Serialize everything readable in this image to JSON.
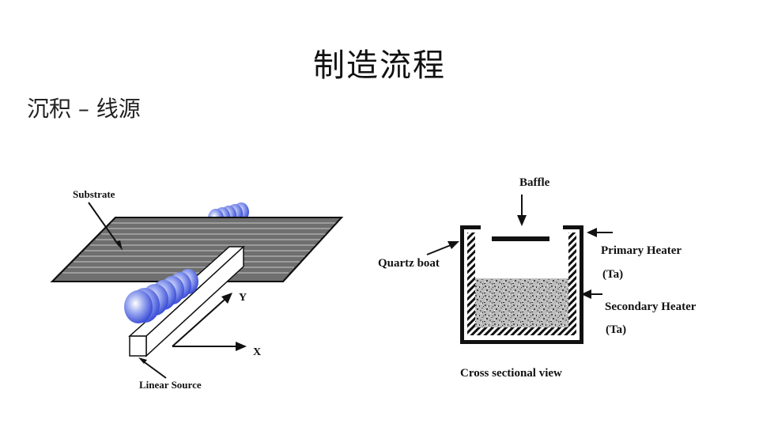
{
  "slide": {
    "title": "制造流程",
    "subtitle": "沉积 – 线源"
  },
  "left_diagram": {
    "substrate_label": "Substrate",
    "linear_source_label": "Linear Source",
    "x_axis_label": "X",
    "y_axis_label": "Y"
  },
  "right_diagram": {
    "baffle_label": "Baffle",
    "quartz_boat_label": "Quartz boat",
    "primary_heater_label": "Primary Heater",
    "primary_heater_material": "(Ta)",
    "secondary_heater_label": "Secondary Heater",
    "secondary_heater_material": "(Ta)",
    "caption": "Cross sectional view"
  },
  "colors": {
    "substrate_fill": "#6f6f6f",
    "vapor_fill": "#4a63e0",
    "hatch": "#111111"
  }
}
